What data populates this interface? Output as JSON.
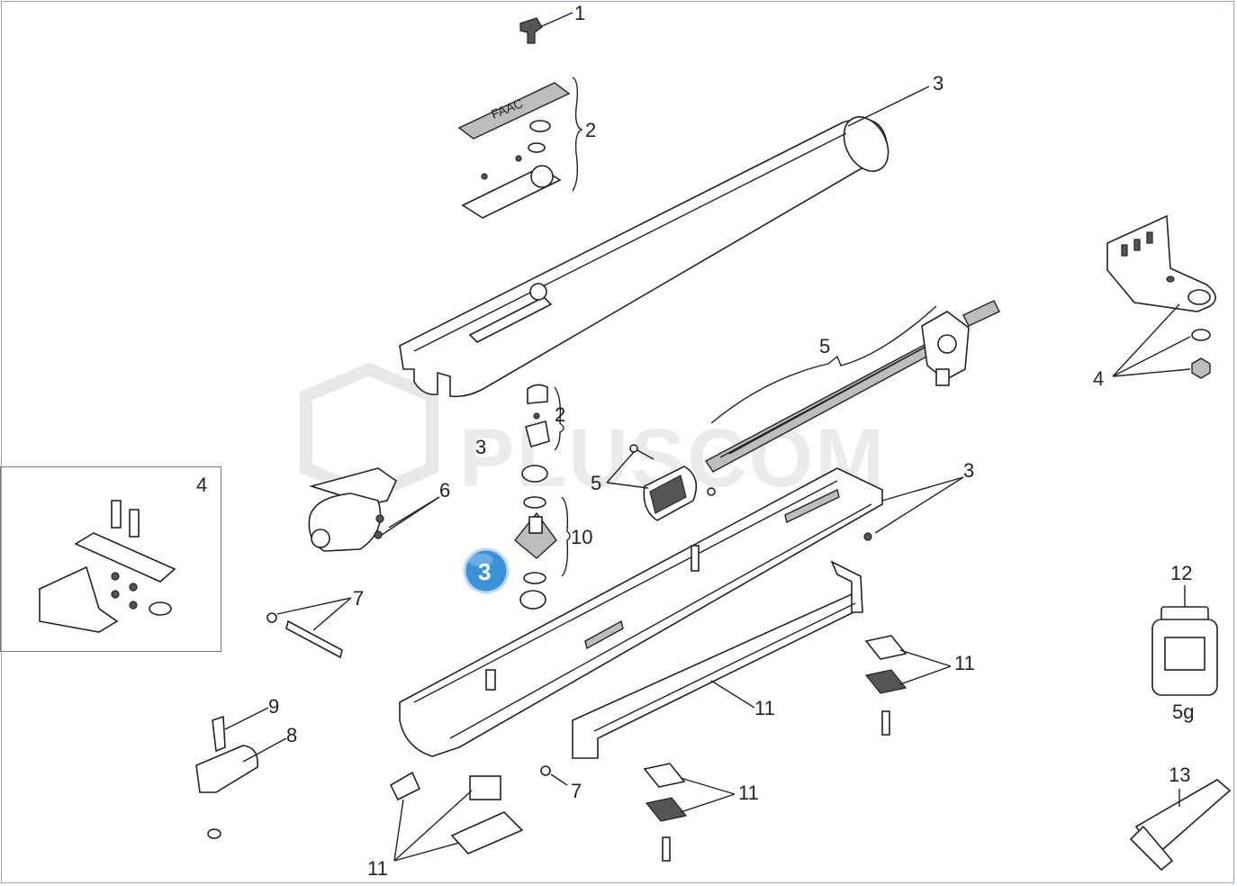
{
  "watermark": {
    "text": "PLUSCOM"
  },
  "badge": {
    "text": "3",
    "color": "#3a92d8"
  },
  "callouts": {
    "c1": "1",
    "c2_top": "2",
    "c2_mid": "2",
    "c3_top": "3",
    "c3_mid": "3",
    "c3_right": "3",
    "c4_right": "4",
    "c4_inset": "4",
    "c5_top": "5",
    "c5_mid": "5",
    "c6": "6",
    "c7_left": "7",
    "c7_bottom": "7",
    "c8": "8",
    "c9": "9",
    "c10": "10",
    "c11_rail": "11",
    "c11_right_top": "11",
    "c11_right_bottom": "11",
    "c11_bottom_left": "11",
    "c12": "12",
    "c13": "13"
  },
  "grease_jar": {
    "weight": "5g"
  },
  "colors": {
    "line": "#222222",
    "accent": "#3a92d8",
    "frame": "#9aa7b4"
  }
}
